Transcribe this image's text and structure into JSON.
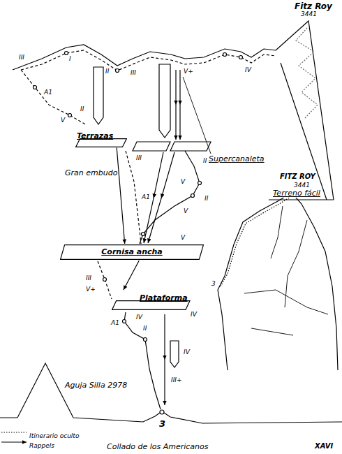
{
  "diagram": {
    "nodes": [
      {
        "text": [
          "Terrazas"
        ]
      },
      {
        "text": [
          "Cornisa ancha"
        ]
      },
      {
        "text": [
          "Plataforma"
        ]
      }
    ],
    "edges": [
      {
        "from": 0,
        "to": 1,
        "arrow": "to"
      },
      {
        "from": 1,
        "to": 2,
        "arrow": "to"
      }
    ],
    "labels": [
      "Fitz Roy",
      "3441",
      "Terreno fácil",
      "Supercanaleta",
      "Gran embudo",
      "Aguja Silla 2978",
      "FITZ ROY",
      "3441",
      "3",
      "3",
      "Collado de los Americanos",
      "XAVI",
      "III",
      "A1",
      "V",
      "II",
      "I",
      "II",
      "III",
      "V+",
      "IV",
      "III",
      "II",
      "II",
      "A1",
      "V",
      "V",
      "V",
      "III",
      "V+",
      "IV",
      "A1",
      "II",
      "IV",
      "IV",
      "III+"
    ],
    "legend": [
      {
        "text": "Itinerario oculto"
      },
      {
        "text": "Rappels"
      }
    ]
  }
}
